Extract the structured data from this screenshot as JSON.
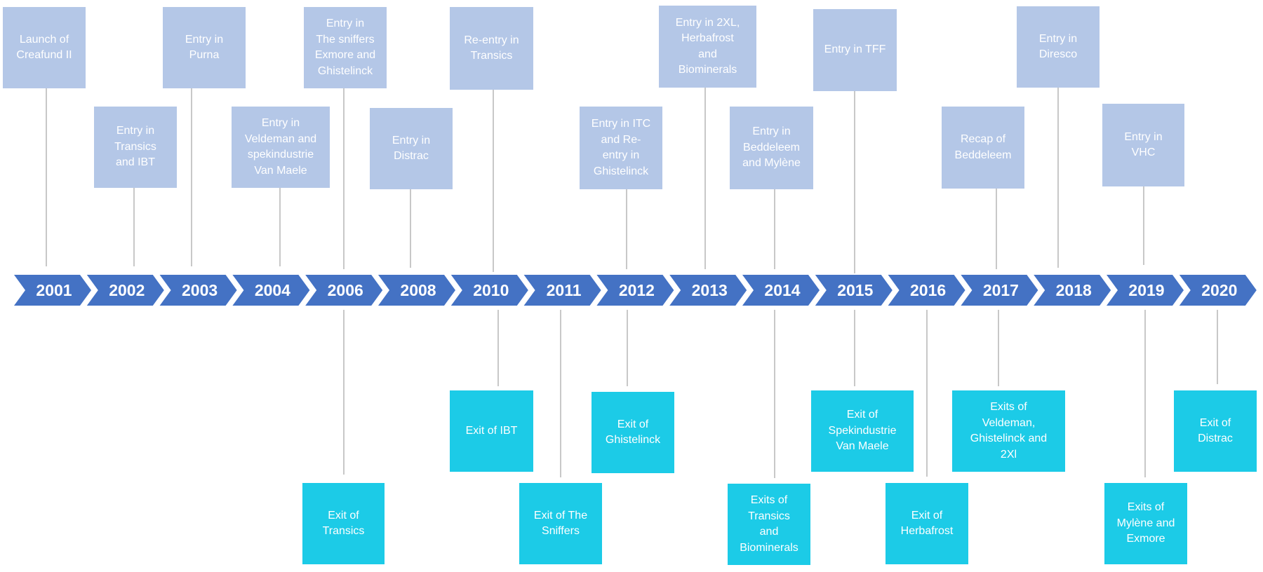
{
  "years": [
    "2001",
    "2002",
    "2003",
    "2004",
    "2006",
    "2008",
    "2010",
    "2011",
    "2012",
    "2013",
    "2014",
    "2015",
    "2016",
    "2017",
    "2018",
    "2019",
    "2020"
  ],
  "colors": {
    "chevron": "#4472c4",
    "entry_box": "#b4c7e7",
    "exit_box": "#1ccbe7",
    "connector": "#c8c8c8"
  },
  "entries": [
    {
      "year": "2001",
      "text": "Launch of\nCreafund II"
    },
    {
      "year": "2002",
      "text": "Entry  in\nTransics\nand IBT"
    },
    {
      "year": "2003",
      "text": "Entry in\nPurna"
    },
    {
      "year": "2004",
      "text": "Entry  in\nVeldeman and\nspekindustrie\nVan Maele"
    },
    {
      "year": "2006",
      "text": "Entry in\nThe sniffers\nExmore and\nGhistelinck"
    },
    {
      "year": "2008",
      "text": "Entry  in\nDistrac"
    },
    {
      "year": "2010",
      "text": "Re-entry in\nTransics"
    },
    {
      "year": "2012",
      "text": "Entry in ITC\nand Re-\nentry in\nGhistelinck"
    },
    {
      "year": "2013",
      "text": "Entry in 2XL,\nHerbafrost\nand\nBiominerals"
    },
    {
      "year": "2014",
      "text": "Entry  in\nBeddeleem\nand Mylène"
    },
    {
      "year": "2015",
      "text": "Entry in TFF"
    },
    {
      "year": "2017",
      "text": "Recap  of\nBeddeleem"
    },
    {
      "year": "2018",
      "text": "Entry in\nDiresco"
    },
    {
      "year": "2019",
      "text": "Entry in\nVHC"
    }
  ],
  "exits": [
    {
      "year": "2006",
      "text": "Exit of\nTransics"
    },
    {
      "year": "2010",
      "text": "Exit of IBT"
    },
    {
      "year": "2011",
      "text": "Exit of The\nSniffers"
    },
    {
      "year": "2012",
      "text": "Exit of\nGhistelinck"
    },
    {
      "year": "2014",
      "text": "Exits of\nTransics\nand\nBiominerals"
    },
    {
      "year": "2015",
      "text": "Exit of\nSpekindustrie\nVan Maele"
    },
    {
      "year": "2016",
      "text": "Exit of\nHerbafrost"
    },
    {
      "year": "2017",
      "text": "Exits of\nVeldeman,\nGhistelinck and\n2Xl"
    },
    {
      "year": "2019",
      "text": "Exits of\nMylène and\nExmore"
    },
    {
      "year": "2020",
      "text": "Exit of\nDistrac"
    }
  ]
}
